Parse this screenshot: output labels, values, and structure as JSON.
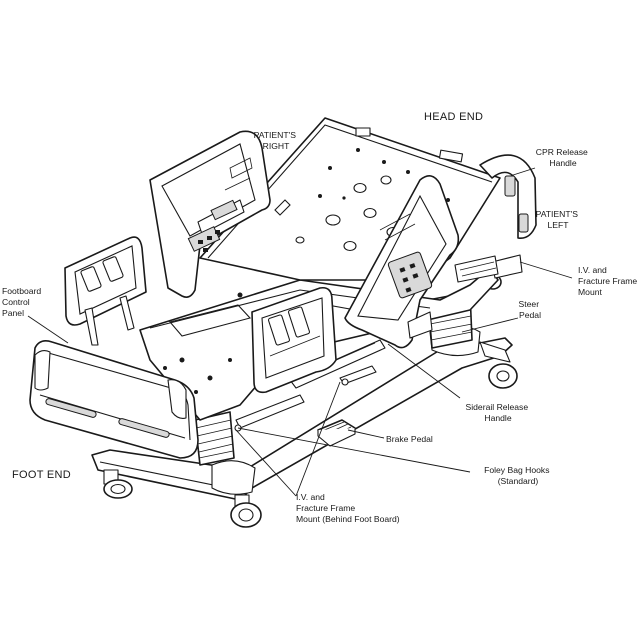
{
  "labels": {
    "head_end": "HEAD END",
    "patients_right": [
      "PATIENT'S",
      "RIGHT"
    ],
    "patients_left": [
      "PATIENT'S",
      "LEFT"
    ],
    "cpr_release_handle": [
      "CPR Release",
      "Handle"
    ],
    "iv_fracture_frame_mount": [
      "I.V. and",
      "Fracture Frame",
      "Mount"
    ],
    "steer_pedal": [
      "Steer",
      "Pedal"
    ],
    "footboard_control_panel": [
      "Footboard",
      "Control",
      "Panel"
    ],
    "siderail_release_handle": [
      "Siderail Release",
      "Handle"
    ],
    "brake_pedal": "Brake Pedal",
    "foley_bag_hooks": [
      "Foley Bag Hooks",
      "(Standard)"
    ],
    "foot_end": "FOOT END",
    "iv_fracture_frame_mount_foot": [
      "I.V. and",
      "Fracture Frame",
      "Mount (Behind Foot Board)"
    ]
  },
  "colors": {
    "ink": "#1a1a1a",
    "background": "#ffffff",
    "fill_gray": "#d9d9d9"
  }
}
